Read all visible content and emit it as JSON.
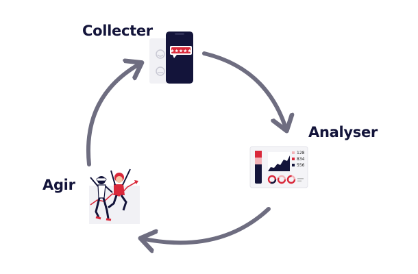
{
  "steps": [
    {
      "label": "Collecter"
    },
    {
      "label": "Analyser"
    },
    {
      "label": "Agir"
    }
  ],
  "phone": {
    "rating": "★★★★★"
  },
  "dashboard": {
    "legend": [
      {
        "value": "128",
        "color": "#f2b3b8"
      },
      {
        "value": "834",
        "color": "#d9283a"
      },
      {
        "value": "556",
        "color": "#13143a"
      }
    ]
  },
  "colors": {
    "arrow": "#6e6d80",
    "accent": "#d9283a",
    "dark": "#13143a"
  }
}
